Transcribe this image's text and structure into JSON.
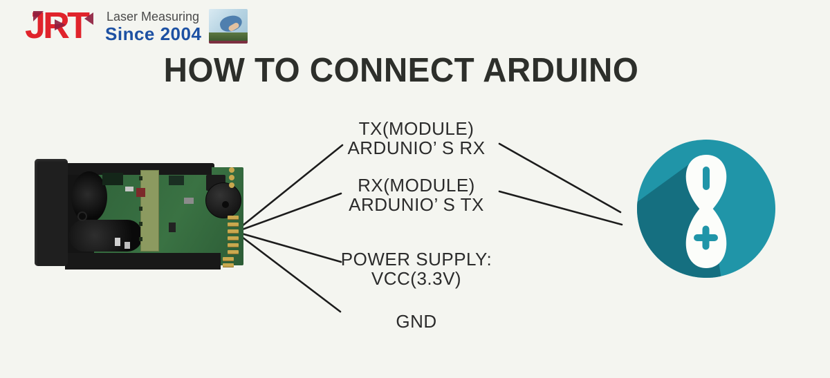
{
  "header": {
    "brand": "JRT",
    "tagline": "Laser Measuring",
    "since": "Since 2004"
  },
  "title": "HOW TO CONNECT ARDUINO",
  "connections": [
    {
      "line1": "TX(MODULE)",
      "line2": "ARDUNIO’ S RX"
    },
    {
      "line1": "RX(MODULE)",
      "line2": "ARDUNIO’ S TX"
    },
    {
      "line1": "POWER SUPPLY:",
      "line2": "VCC(3.3V)"
    },
    {
      "line1": "GND",
      "line2": ""
    }
  ],
  "colors": {
    "background": "#f4f5f0",
    "title_text": "#2d2f2b",
    "label_text": "#2b2b2b",
    "wire_line": "#1c1c1c",
    "brand_red": "#e0232b",
    "brand_maroon": "#8e2040",
    "since_blue": "#1d51a3",
    "tagline_gray": "#4a4a4a",
    "arduino_teal": "#2095a8",
    "arduino_teal_dark": "#156f80",
    "arduino_white": "#fcfdfa",
    "pcb_green": "#33663d"
  }
}
